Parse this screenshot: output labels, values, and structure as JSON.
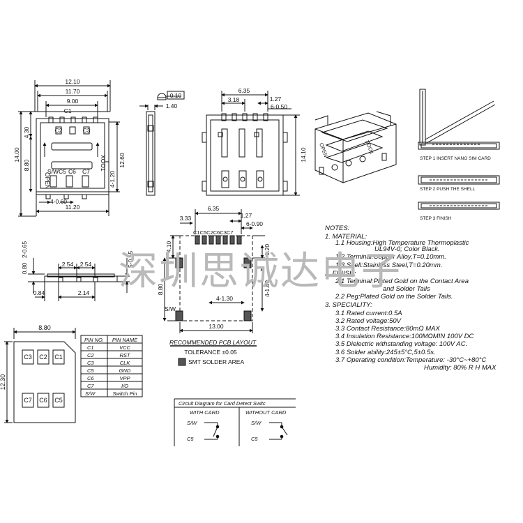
{
  "top_view": {
    "dims": [
      "12.10",
      "11.70",
      "9.00",
      "4.30",
      "14.00",
      "8.80",
      "12.60",
      "4-1.20",
      "4-0.60",
      "11.20"
    ],
    "marks": [
      "C1",
      "C2",
      "C3",
      "OPEN",
      "S/W",
      "C5",
      "C6",
      "C7",
      "XOO1"
    ]
  },
  "side_view": {
    "dims": [
      "0.10",
      "1.40"
    ]
  },
  "bottom_view": {
    "dims": [
      "6.35",
      "3.18",
      "1.27",
      "6-0.50",
      "14.10"
    ]
  },
  "iso_view": {
    "labels": [
      "OPEN",
      "XOO1"
    ]
  },
  "steps": [
    {
      "label": "STEP 1 INSERT NANO SIM CARD"
    },
    {
      "label": "STEP 2 PUSH THE SHELL"
    },
    {
      "label": "STEP 3 FINISH"
    }
  ],
  "front_view": {
    "dims": [
      "0.80",
      "2-0.65",
      "2.54",
      "2.54",
      "5-0.55",
      "0.84",
      "2.14"
    ]
  },
  "pcb_layout": {
    "dims": [
      "6.35",
      "3.33",
      "1.27",
      "6-0.90",
      "4.10",
      "5-1.20",
      "8.80",
      "4-1.30",
      "4-1.80",
      "13.00"
    ],
    "pins": "C1C5C2C6C3C7",
    "sw": "S/W",
    "title": "RECOMMENDED PCB LAYOUT",
    "tolerance": "TOLERANCE ±0.05",
    "legend": "SMT SOLDER AREA"
  },
  "notes": {
    "header": "NOTES:",
    "lines": [
      "1. MATERIAL:",
      "1.1 Housing:High Temperature Thermoplastic",
      "UL94V-0; Color Black.",
      "1.2 Terminal:Copper Alloy,T=0.10mm.",
      "1.3 Shell:Stainless Steel,T=0.20mm.",
      "2. FINISH:",
      "2.1 Terminal:Plated Gold on the Contact Area",
      "and Solder Tails",
      "2.2 Peg:Plated Gold on the Solder Tails.",
      "3. SPECIALITY:",
      "3.1 Rated current:0.5A",
      "3.2 Rated voltage:50V",
      "3.3 Contact Resistance:80mΩ MAX",
      "3.4 Insulation Resistance:100MΩMIN 100V DC",
      "3.5 Dielectric withstanding voltage: 100V AC.",
      "3.6 Solder ability:245±5°C,5±0.5s.",
      "3.7 Operating condition:Temperature: -30°C~+80°C",
      "Humidity: 80% R H MAX"
    ]
  },
  "watermark": "深圳思诚达电子",
  "card": {
    "width": "8.80",
    "height": "12.30",
    "contacts_top": [
      "C3",
      "C2",
      "C1"
    ],
    "contacts_bottom": [
      "C7",
      "C6",
      "C5"
    ]
  },
  "pin_table": {
    "headers": [
      "PIN NO.",
      "PIN NAME"
    ],
    "rows": [
      [
        "C1",
        "VCC"
      ],
      [
        "C2",
        "RST"
      ],
      [
        "C3",
        "CLK"
      ],
      [
        "C5",
        "GND"
      ],
      [
        "C6",
        "VPP"
      ],
      [
        "C7",
        "I/O"
      ],
      [
        "S/W",
        "Switch Pin"
      ]
    ]
  },
  "circuit": {
    "title": "Circuit Diagram for Card Detect Switc",
    "with_card": "WITH CARD",
    "without_card": "WITHOUT CARD",
    "sw": "S/W",
    "c5": "C5"
  }
}
